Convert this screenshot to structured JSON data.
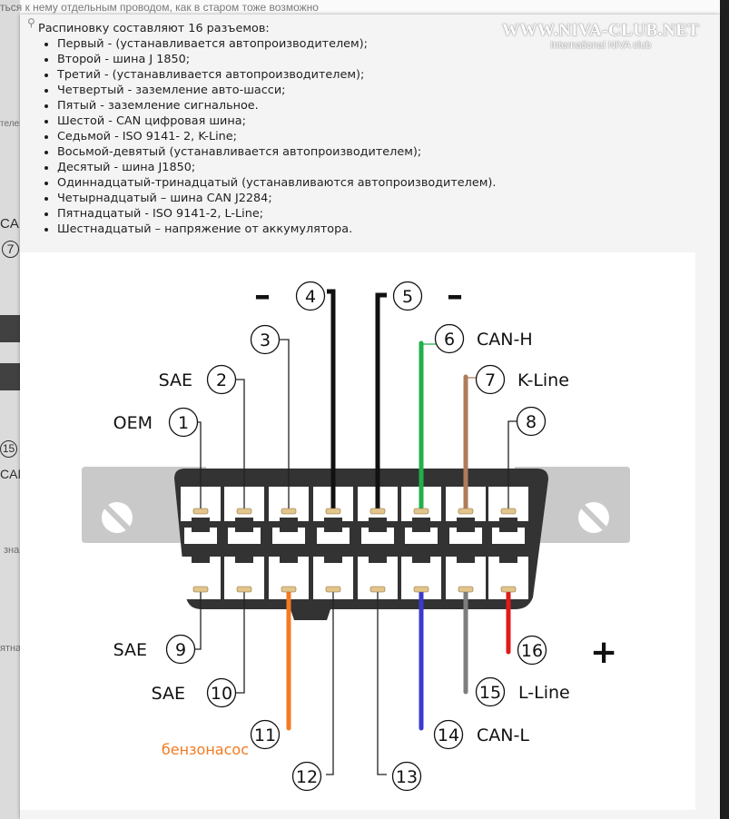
{
  "background": {
    "top_text": "ться к нему отдельным проводом, как в старом тоже возможно",
    "fragments": [
      "телен",
      "CAN",
      "7",
      "15",
      "CAN",
      "зна",
      "ятна"
    ]
  },
  "article": {
    "intro": "Распиновку составляют 16 разъемов:",
    "pins": [
      "Первый - (устанавливается автопроизводителем);",
      "Второй - шина J 1850;",
      "Третий - (устанавливается автопроизводителем);",
      "Четвертый - заземление авто-шасси;",
      "Пятый - заземление сигнальное.",
      "Шестой - CAN цифровая шина;",
      "Седьмой - ISO 9141- 2, K-Line;",
      "Восьмой-девятый (устанавливается автопроизводителем);",
      "Десятый - шина J1850;",
      "Одиннадцатый-тринадцатый (устанавливаются автопроизводителем).",
      "Четырнадцатый – шина CAN J2284;",
      "Пятнадцатый - ISO 9141-2, L-Line;",
      "Шестнадцатый – напряжение от аккумулятора."
    ]
  },
  "watermark": {
    "title": "WWW.NIVA-CLUB.NET",
    "subtitle": "International NIVA club"
  },
  "diagram": {
    "pins": [
      {
        "num": "1",
        "label": "OEM"
      },
      {
        "num": "2",
        "label": "SAE"
      },
      {
        "num": "3",
        "label": ""
      },
      {
        "num": "4",
        "label": "–"
      },
      {
        "num": "5",
        "label": "–"
      },
      {
        "num": "6",
        "label": "CAN-H"
      },
      {
        "num": "7",
        "label": "K-Line"
      },
      {
        "num": "8",
        "label": ""
      },
      {
        "num": "9",
        "label": "SAE"
      },
      {
        "num": "10",
        "label": "SAE"
      },
      {
        "num": "11",
        "label": "бензонасос"
      },
      {
        "num": "12",
        "label": ""
      },
      {
        "num": "13",
        "label": ""
      },
      {
        "num": "14",
        "label": "CAN-L"
      },
      {
        "num": "15",
        "label": "L-Line"
      },
      {
        "num": "16",
        "label": "+"
      }
    ],
    "colors": {
      "black": "#111111",
      "green": "#1fb04a",
      "brown": "#b07b5a",
      "orange": "#f47a20",
      "blue": "#3a3ad0",
      "grey": "#7d7d7d",
      "red": "#e01b1b",
      "connector": "#333333",
      "mount": "#c9c9c9",
      "pin_gold": "#e2c58a",
      "label_orange": "#f47a20"
    }
  }
}
